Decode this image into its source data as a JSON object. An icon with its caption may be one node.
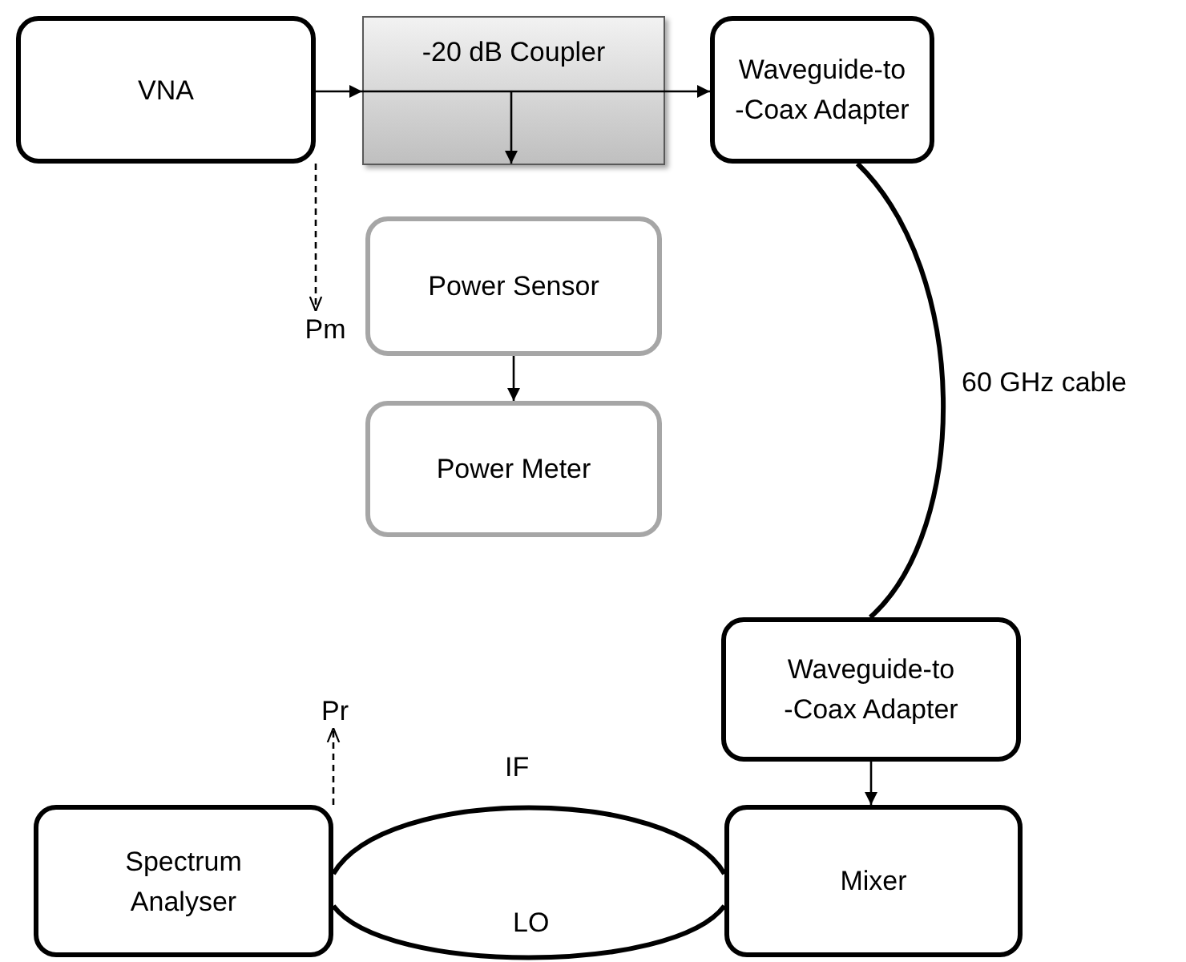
{
  "diagram": {
    "nodes": [
      {
        "text": [
          "VNA"
        ]
      },
      {
        "text": [
          "-20 dB Coupler"
        ]
      },
      {
        "text": [
          "Waveguide-to -Coax Adapter"
        ]
      },
      {
        "text": [
          "Power Sensor"
        ]
      },
      {
        "text": [
          "Power Meter"
        ]
      },
      {
        "text": [
          "Pm"
        ]
      },
      {
        "text": [
          "Waveguide-to -Coax Adapter"
        ]
      },
      {
        "text": [
          "Spectrum Analyser"
        ]
      },
      {
        "text": [
          "Mixer"
        ]
      },
      {
        "text": [
          "Pr"
        ]
      }
    ],
    "edges": [
      {
        "from": 0,
        "to": 1,
        "arrow": "to"
      },
      {
        "from": 1,
        "to": 2,
        "arrow": "to"
      },
      {
        "from": 0,
        "to": 5,
        "arrow": "to",
        "style": "dashed"
      },
      {
        "from": 3,
        "to": 4,
        "arrow": "to"
      },
      {
        "from": 2,
        "to": 6,
        "arrow": "none",
        "label": "60 GHz cable",
        "style": "thick"
      },
      {
        "from": 6,
        "to": 8,
        "arrow": "to"
      },
      {
        "from": 7,
        "to": 9,
        "arrow": "to",
        "style": "dashed"
      },
      {
        "from": 8,
        "to": 7,
        "arrow": "none",
        "label": "IF",
        "style": "thick"
      },
      {
        "from": 8,
        "to": 7,
        "arrow": "none",
        "label": "LO",
        "style": "thick"
      }
    ]
  }
}
